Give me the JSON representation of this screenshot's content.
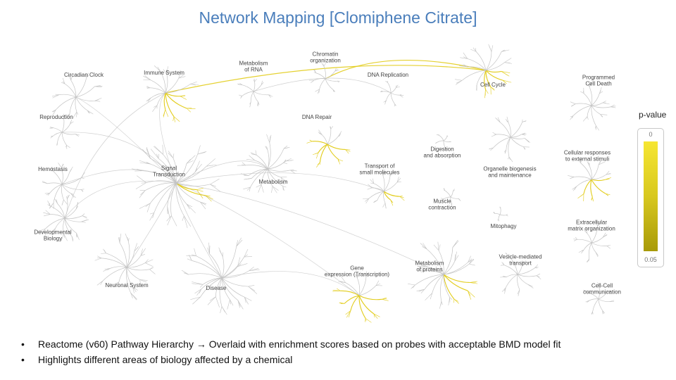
{
  "title": "Network Mapping [Clomiphene Citrate]",
  "nodes": [
    {
      "id": "circadian",
      "label": [
        "Circadian Clock"
      ]
    },
    {
      "id": "immune",
      "label": [
        "Immune System"
      ]
    },
    {
      "id": "metab_rna",
      "label": [
        "Metabolism",
        "of RNA"
      ]
    },
    {
      "id": "chromatin",
      "label": [
        "Chromatin",
        "organization"
      ]
    },
    {
      "id": "dna_rep",
      "label": [
        "DNA Replication"
      ]
    },
    {
      "id": "cell_cycle",
      "label": [
        "Cell Cycle"
      ]
    },
    {
      "id": "pcd",
      "label": [
        "Programmed",
        "Cell Death"
      ]
    },
    {
      "id": "reproduction",
      "label": [
        "Reproduction"
      ]
    },
    {
      "id": "dna_repair",
      "label": [
        "DNA Repair"
      ]
    },
    {
      "id": "hemostasis",
      "label": [
        "Hemostasis"
      ]
    },
    {
      "id": "signal",
      "label": [
        "Signal",
        "Transduction"
      ]
    },
    {
      "id": "metabolism",
      "label": [
        "Metabolism"
      ]
    },
    {
      "id": "transport",
      "label": [
        "Transport of",
        "small molecules"
      ]
    },
    {
      "id": "digestion",
      "label": [
        "Digestion",
        "and absorption"
      ]
    },
    {
      "id": "organelle",
      "label": [
        "Organelle biogenesis",
        "and maintenance"
      ]
    },
    {
      "id": "cellular_resp",
      "label": [
        "Cellular responses",
        "to external stimuli"
      ]
    },
    {
      "id": "dev_bio",
      "label": [
        "Developmental",
        "Biology"
      ]
    },
    {
      "id": "muscle",
      "label": [
        "Muscle",
        "contraction"
      ]
    },
    {
      "id": "mitophagy",
      "label": [
        "Mitophagy"
      ]
    },
    {
      "id": "ecm",
      "label": [
        "Extracellular",
        "matrix organization"
      ]
    },
    {
      "id": "vesicle",
      "label": [
        "Vesicle-mediated",
        "transport"
      ]
    },
    {
      "id": "metab_prot",
      "label": [
        "Metabolism",
        "of proteins"
      ]
    },
    {
      "id": "neuronal",
      "label": [
        "Neuronal System"
      ]
    },
    {
      "id": "disease",
      "label": [
        "Disease"
      ]
    },
    {
      "id": "gene_expr",
      "label": [
        "Gene",
        "expression (Transcription)"
      ]
    },
    {
      "id": "cell_cell",
      "label": [
        "Cell-Cell",
        "communication"
      ]
    }
  ],
  "legend": {
    "title": "p-value",
    "min_label": "0",
    "max_label": "0.05",
    "color_top": "#f6e632",
    "color_bottom": "#a89a08"
  },
  "colors": {
    "title": "#4a7ebb",
    "tree": "#c4c4c4",
    "highlight": "#e2cc1a"
  },
  "bullets": [
    {
      "before": "Reactome (v60) Pathway Hierarchy",
      "arrow": "→",
      "after": "Overlaid with enrichment scores based on probes with acceptable BMD model fit"
    },
    {
      "before": "Highlights different areas of biology affected by a chemical",
      "arrow": "",
      "after": ""
    }
  ]
}
